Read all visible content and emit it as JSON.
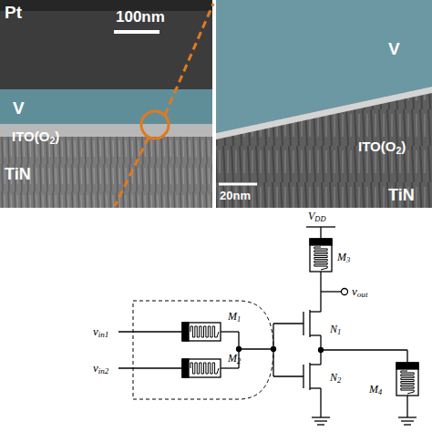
{
  "diagram": {
    "labels": [
      "Pt",
      "100nm",
      "V",
      "ITO(O2)",
      "TiN",
      "V",
      "ITO(O2)",
      "20nm",
      "TiN",
      "VDD",
      "M3",
      "vout",
      "vin1",
      "N1",
      "vin2",
      "M1",
      "M2",
      "N2",
      "M4"
    ]
  }
}
